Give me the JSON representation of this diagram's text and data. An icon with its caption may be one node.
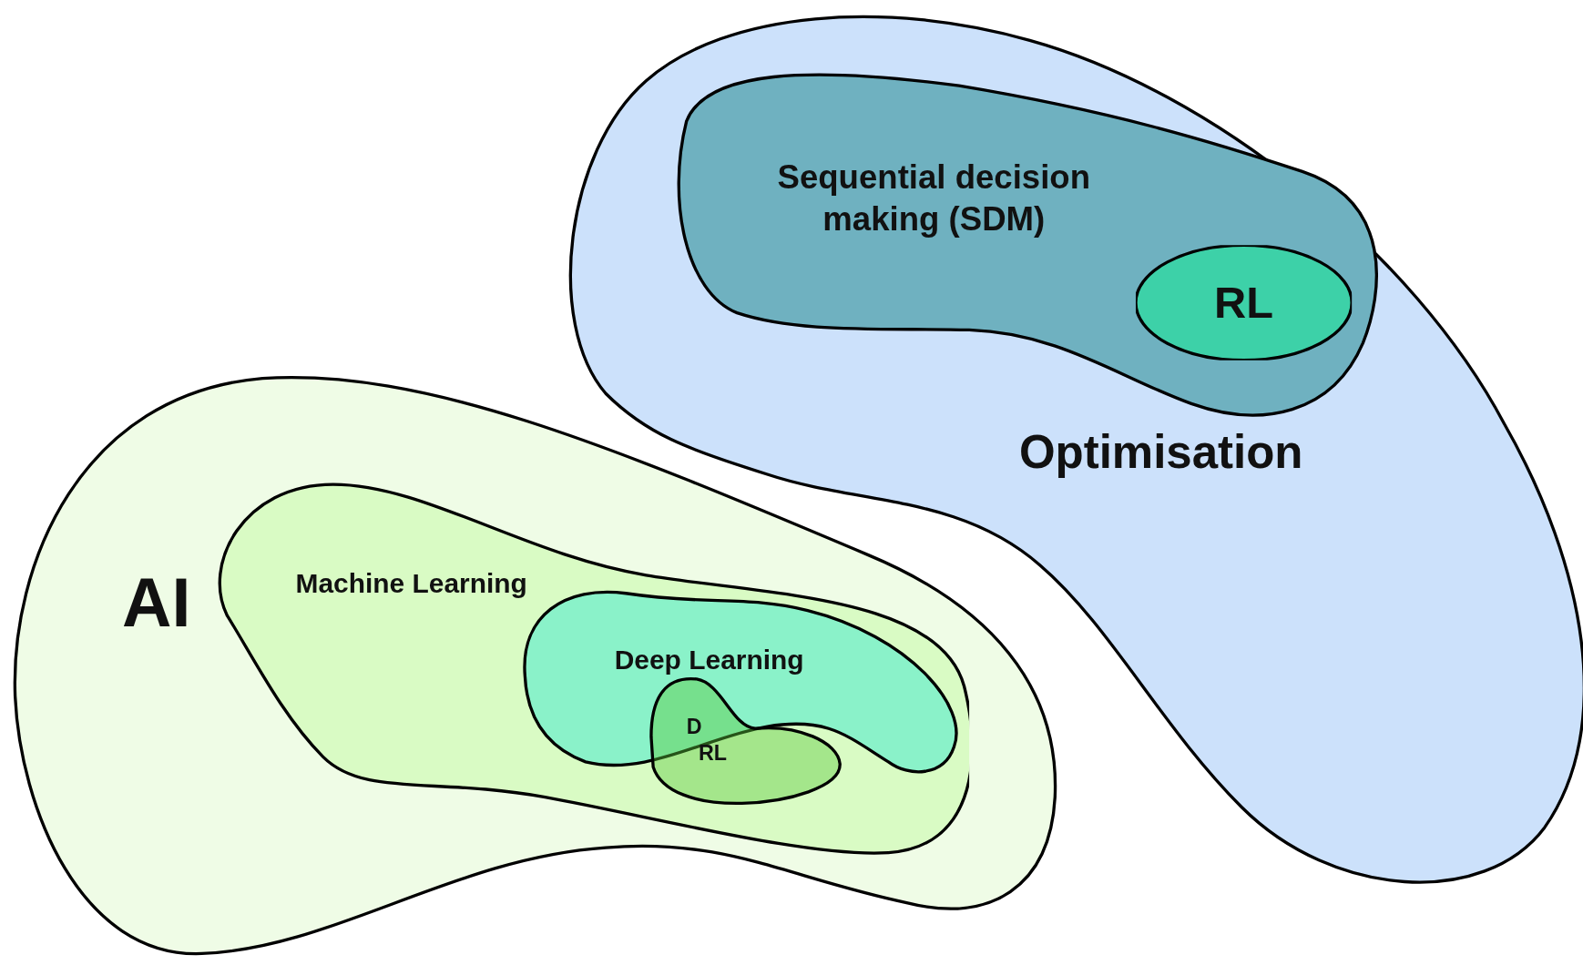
{
  "diagram": {
    "nodes": [
      {
        "text": [
          "Optimisation"
        ]
      },
      {
        "text": [
          "Sequential decision making (SDM)"
        ],
        "in": 0
      },
      {
        "text": [
          "RL"
        ],
        "in": 1
      },
      {
        "text": [
          "AI"
        ]
      },
      {
        "text": [
          "Machine Learning"
        ],
        "in": 3
      },
      {
        "text": [
          "Deep Learning"
        ],
        "in": 4
      },
      {
        "text": [
          "D RL"
        ],
        "in": 4
      }
    ]
  }
}
